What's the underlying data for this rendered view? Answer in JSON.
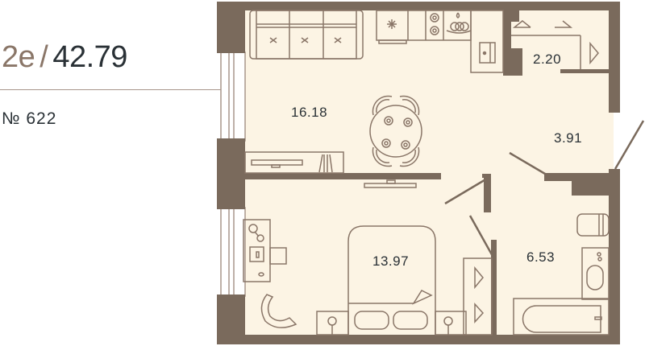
{
  "header": {
    "rooms_label": "2e",
    "separator": "/",
    "total_area": "42.79",
    "apartment_number": "№ 622"
  },
  "rooms": [
    {
      "name": "living-kitchen",
      "area": "16.18"
    },
    {
      "name": "wardrobe",
      "area": "2.20"
    },
    {
      "name": "hallway",
      "area": "3.91"
    },
    {
      "name": "bedroom",
      "area": "13.97"
    },
    {
      "name": "bathroom",
      "area": "6.53"
    }
  ],
  "colors": {
    "wall": "#7a6a5c",
    "floor": "#fcf4e4",
    "furniture_line": "#8a7668",
    "text_dark": "#2a3136",
    "text_accent": "#8a7668"
  }
}
